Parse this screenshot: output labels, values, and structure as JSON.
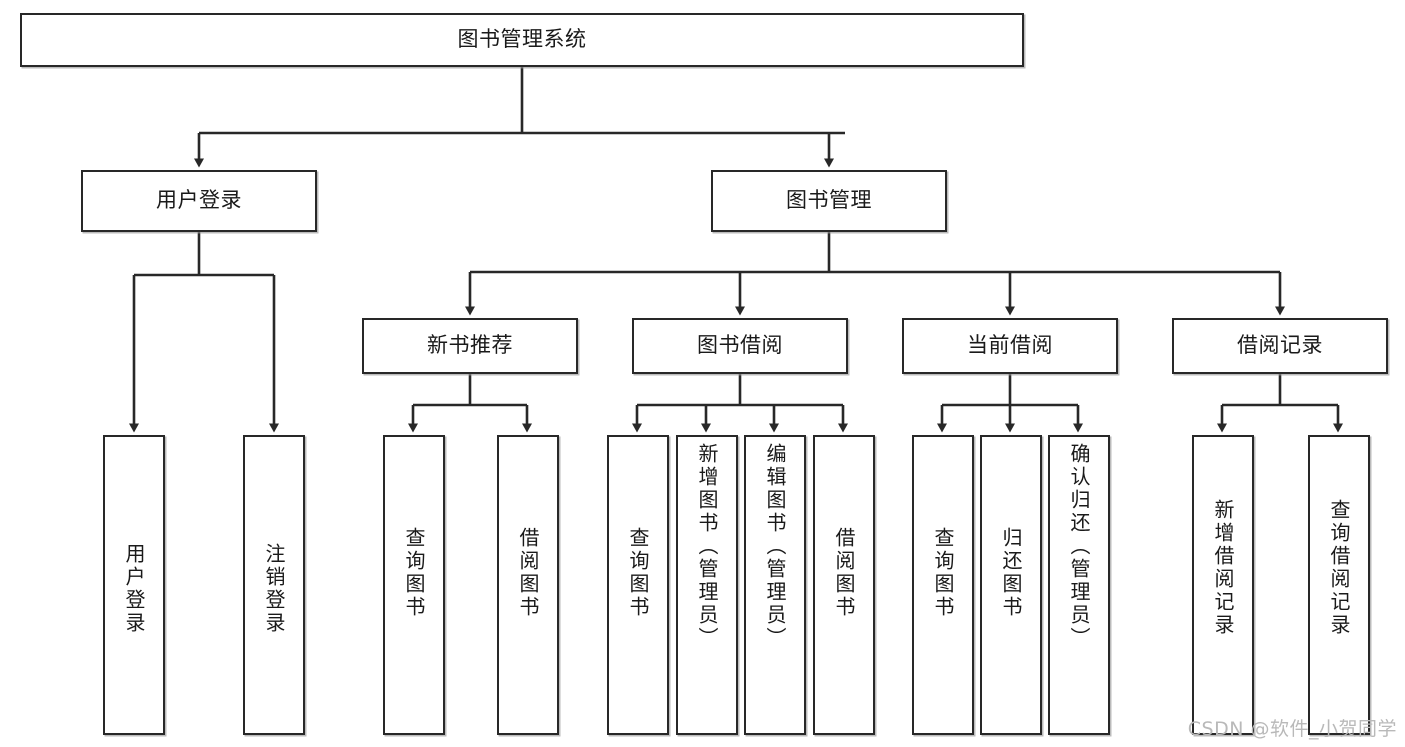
{
  "diagram": {
    "type": "tree-hierarchy",
    "title": "图书管理系统",
    "watermark": "CSDN @软件_小贺同学",
    "colors": {
      "background": "#ffffff",
      "node_border": "#282828",
      "node_fill": "#ffffff",
      "edge": "#282828",
      "text": "#1a1a1a",
      "watermark": "#b9b9b9"
    },
    "levels": [
      {
        "level": 1,
        "nodes": [
          {
            "id": "root",
            "label": "图书管理系统",
            "orientation": "horizontal"
          }
        ]
      },
      {
        "level": 2,
        "nodes": [
          {
            "id": "login",
            "label": "用户登录",
            "orientation": "horizontal",
            "parent": "root"
          },
          {
            "id": "bookmgmt",
            "label": "图书管理",
            "orientation": "horizontal",
            "parent": "root"
          }
        ]
      },
      {
        "level": 3,
        "nodes": [
          {
            "id": "newbook",
            "label": "新书推荐",
            "orientation": "horizontal",
            "parent": "bookmgmt"
          },
          {
            "id": "borrow",
            "label": "图书借阅",
            "orientation": "horizontal",
            "parent": "bookmgmt"
          },
          {
            "id": "current",
            "label": "当前借阅",
            "orientation": "horizontal",
            "parent": "bookmgmt"
          },
          {
            "id": "records",
            "label": "借阅记录",
            "orientation": "horizontal",
            "parent": "bookmgmt"
          }
        ]
      },
      {
        "level": 4,
        "nodes": [
          {
            "id": "leaf1",
            "label": "用户登录",
            "orientation": "vertical",
            "parent": "login"
          },
          {
            "id": "leaf2",
            "label": "注销登录",
            "orientation": "vertical",
            "parent": "login"
          },
          {
            "id": "leaf3",
            "label": "查询图书",
            "orientation": "vertical",
            "parent": "newbook"
          },
          {
            "id": "leaf4",
            "label": "借阅图书",
            "orientation": "vertical",
            "parent": "newbook"
          },
          {
            "id": "leaf5",
            "label": "查询图书",
            "orientation": "vertical",
            "parent": "borrow"
          },
          {
            "id": "leaf6",
            "label": "新增图书（管理员）",
            "orientation": "vertical",
            "parent": "borrow"
          },
          {
            "id": "leaf7",
            "label": "编辑图书（管理员）",
            "orientation": "vertical",
            "parent": "borrow"
          },
          {
            "id": "leaf8",
            "label": "借阅图书",
            "orientation": "vertical",
            "parent": "borrow"
          },
          {
            "id": "leaf9",
            "label": "查询图书",
            "orientation": "vertical",
            "parent": "current"
          },
          {
            "id": "leaf10",
            "label": "归还图书",
            "orientation": "vertical",
            "parent": "current"
          },
          {
            "id": "leaf11",
            "label": "确认归还（管理员）",
            "orientation": "vertical",
            "parent": "current"
          },
          {
            "id": "leaf12",
            "label": "新增借阅记录",
            "orientation": "vertical",
            "parent": "records"
          },
          {
            "id": "leaf13",
            "label": "查询借阅记录",
            "orientation": "vertical",
            "parent": "records"
          }
        ]
      }
    ]
  }
}
